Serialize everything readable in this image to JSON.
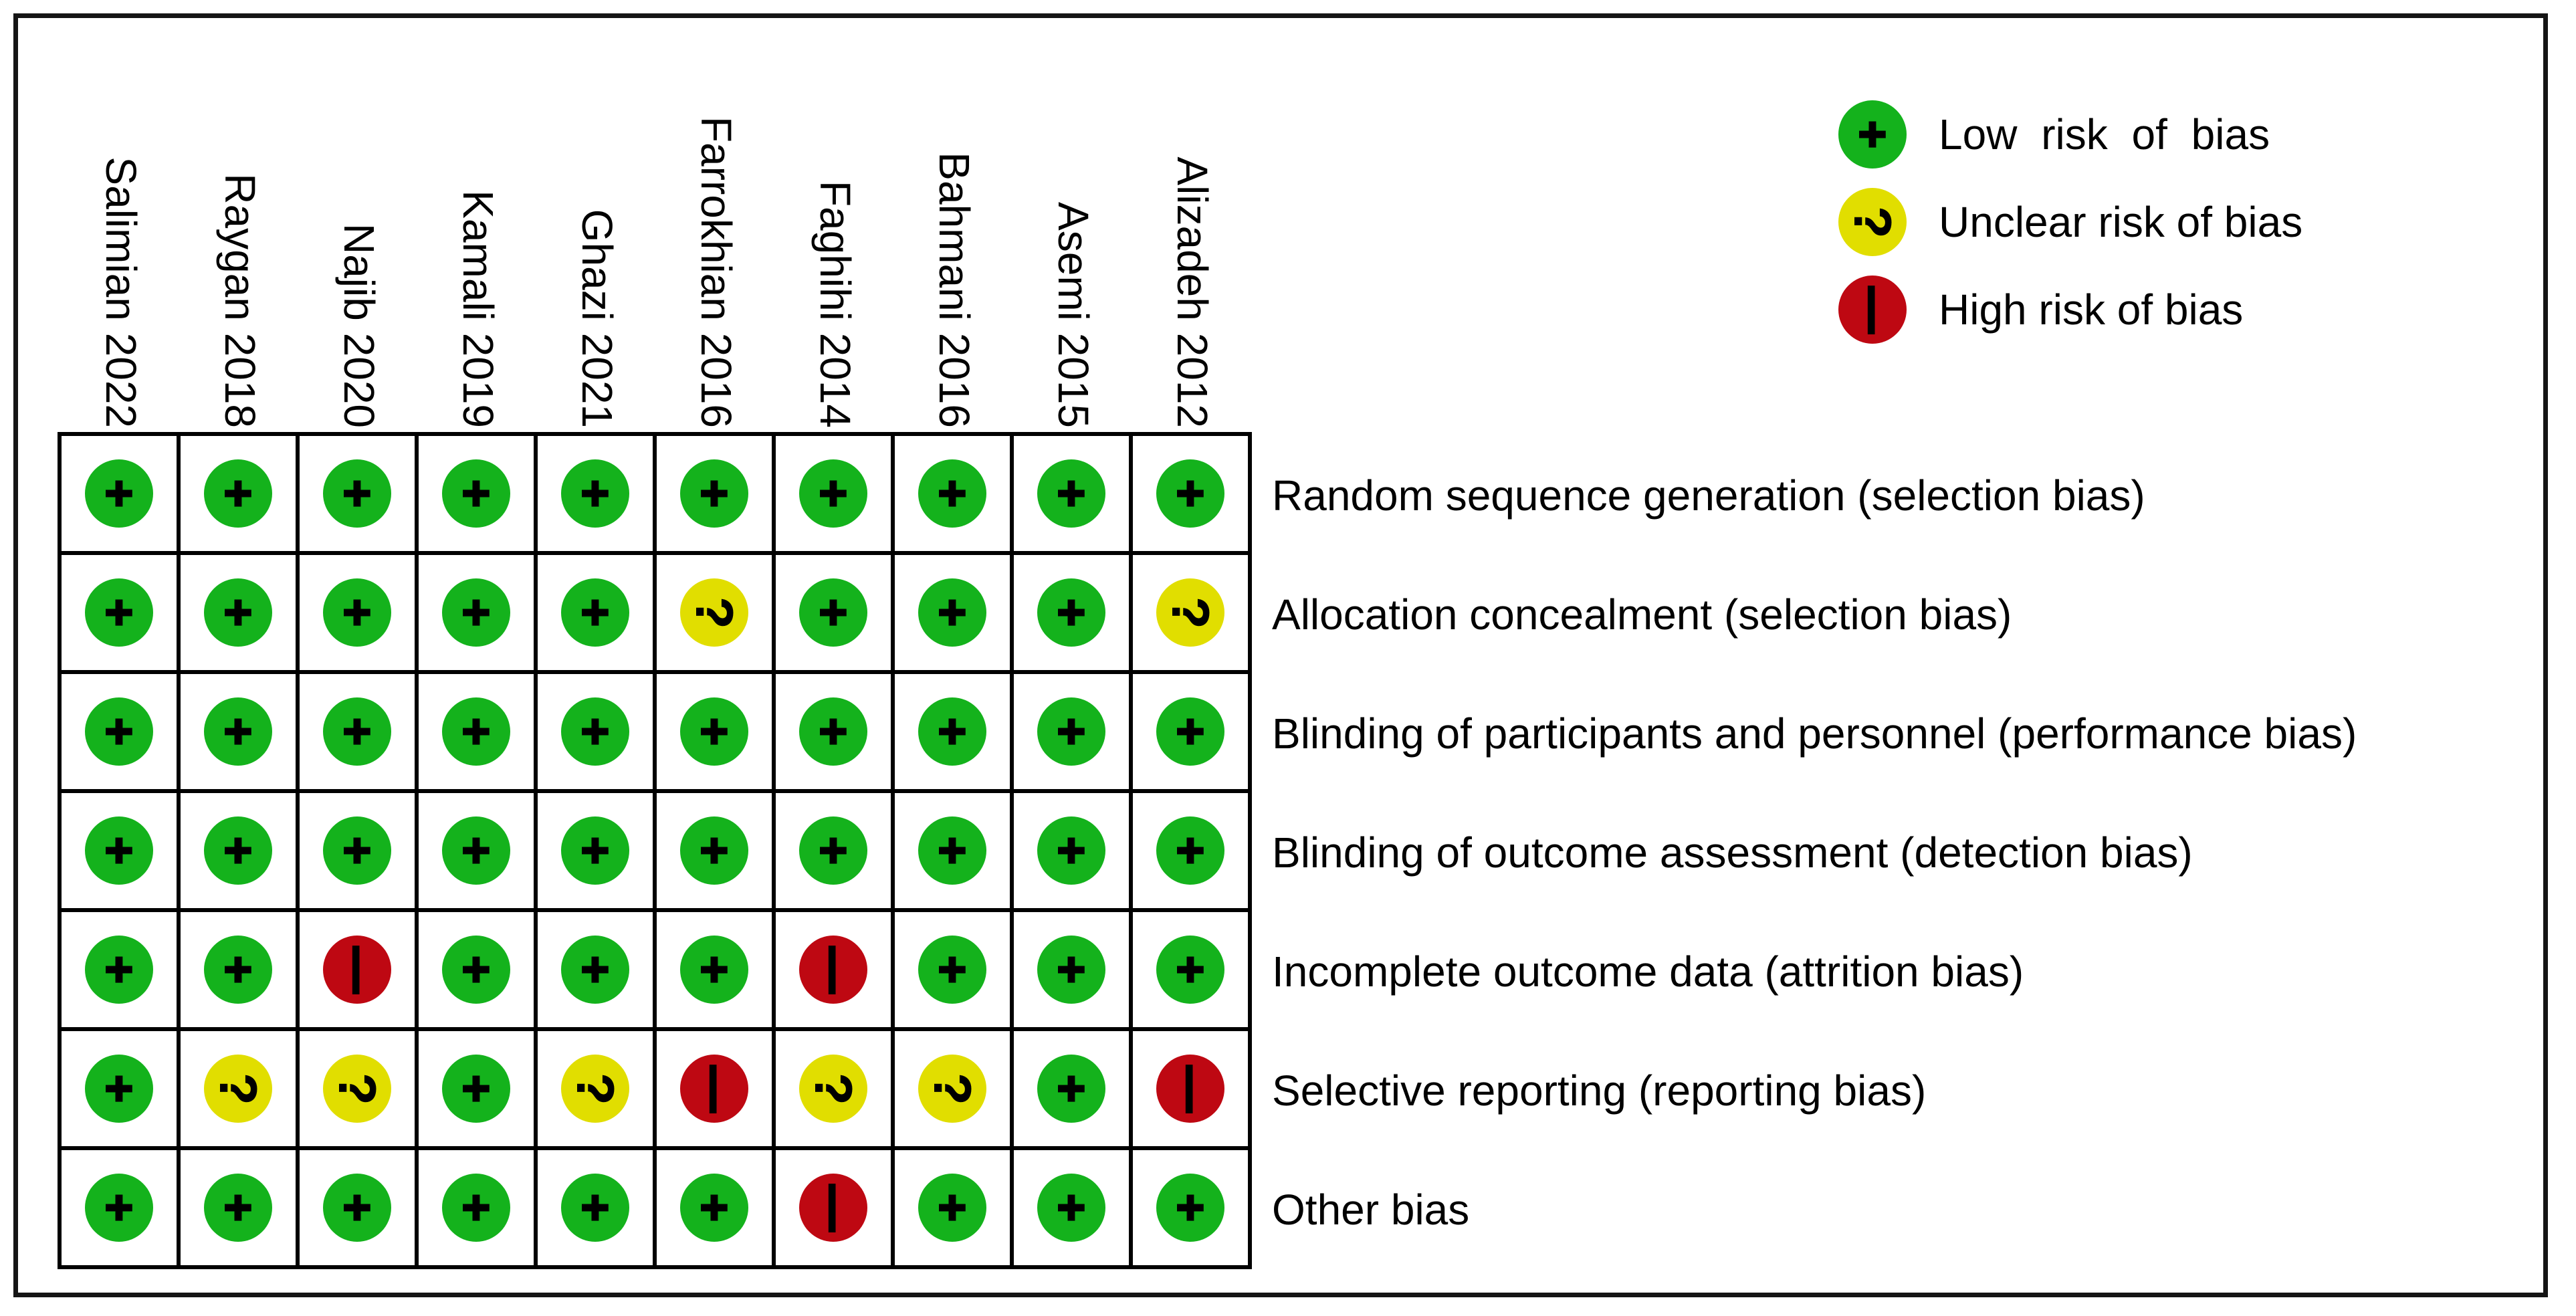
{
  "chart_data": {
    "type": "heatmap",
    "columns": [
      "Salimian 2022",
      "Raygan 2018",
      "Najib 2020",
      "Kamali 2019",
      "Ghazi 2021",
      "Farrokhian 2016",
      "Faghihi 2014",
      "Bahmani 2016",
      "Asemi 2015",
      "Alizadeh 2012"
    ],
    "rows": [
      "Random sequence generation (selection bias)",
      "Allocation concealment (selection bias)",
      "Blinding of participants and personnel (performance bias)",
      "Blinding of outcome assessment (detection bias)",
      "Incomplete outcome data (attrition bias)",
      "Selective reporting (reporting bias)",
      "Other bias"
    ],
    "values": [
      [
        "low",
        "low",
        "low",
        "low",
        "low",
        "low",
        "low",
        "low",
        "low",
        "low"
      ],
      [
        "low",
        "low",
        "low",
        "low",
        "low",
        "unclear",
        "low",
        "low",
        "low",
        "unclear"
      ],
      [
        "low",
        "low",
        "low",
        "low",
        "low",
        "low",
        "low",
        "low",
        "low",
        "low"
      ],
      [
        "low",
        "low",
        "low",
        "low",
        "low",
        "low",
        "low",
        "low",
        "low",
        "low"
      ],
      [
        "low",
        "low",
        "high",
        "low",
        "low",
        "low",
        "high",
        "low",
        "low",
        "low"
      ],
      [
        "low",
        "unclear",
        "unclear",
        "low",
        "unclear",
        "high",
        "unclear",
        "unclear",
        "low",
        "high"
      ],
      [
        "low",
        "low",
        "low",
        "low",
        "low",
        "low",
        "high",
        "low",
        "low",
        "low"
      ]
    ],
    "symbols": {
      "low": "+",
      "unclear": "?",
      "high": "−"
    },
    "colors": {
      "low": "#14B21C",
      "unclear": "#E1DE00",
      "high": "#BE0812"
    },
    "legend": [
      {
        "key": "low",
        "symbol": "+",
        "label": "Low risk of bias"
      },
      {
        "key": "unclear",
        "symbol": "?",
        "label": "Unclear risk of bias"
      },
      {
        "key": "high",
        "symbol": "−",
        "label": "High risk of bias"
      }
    ],
    "layout": {
      "legend_position": "top-right",
      "grid": "on"
    }
  }
}
